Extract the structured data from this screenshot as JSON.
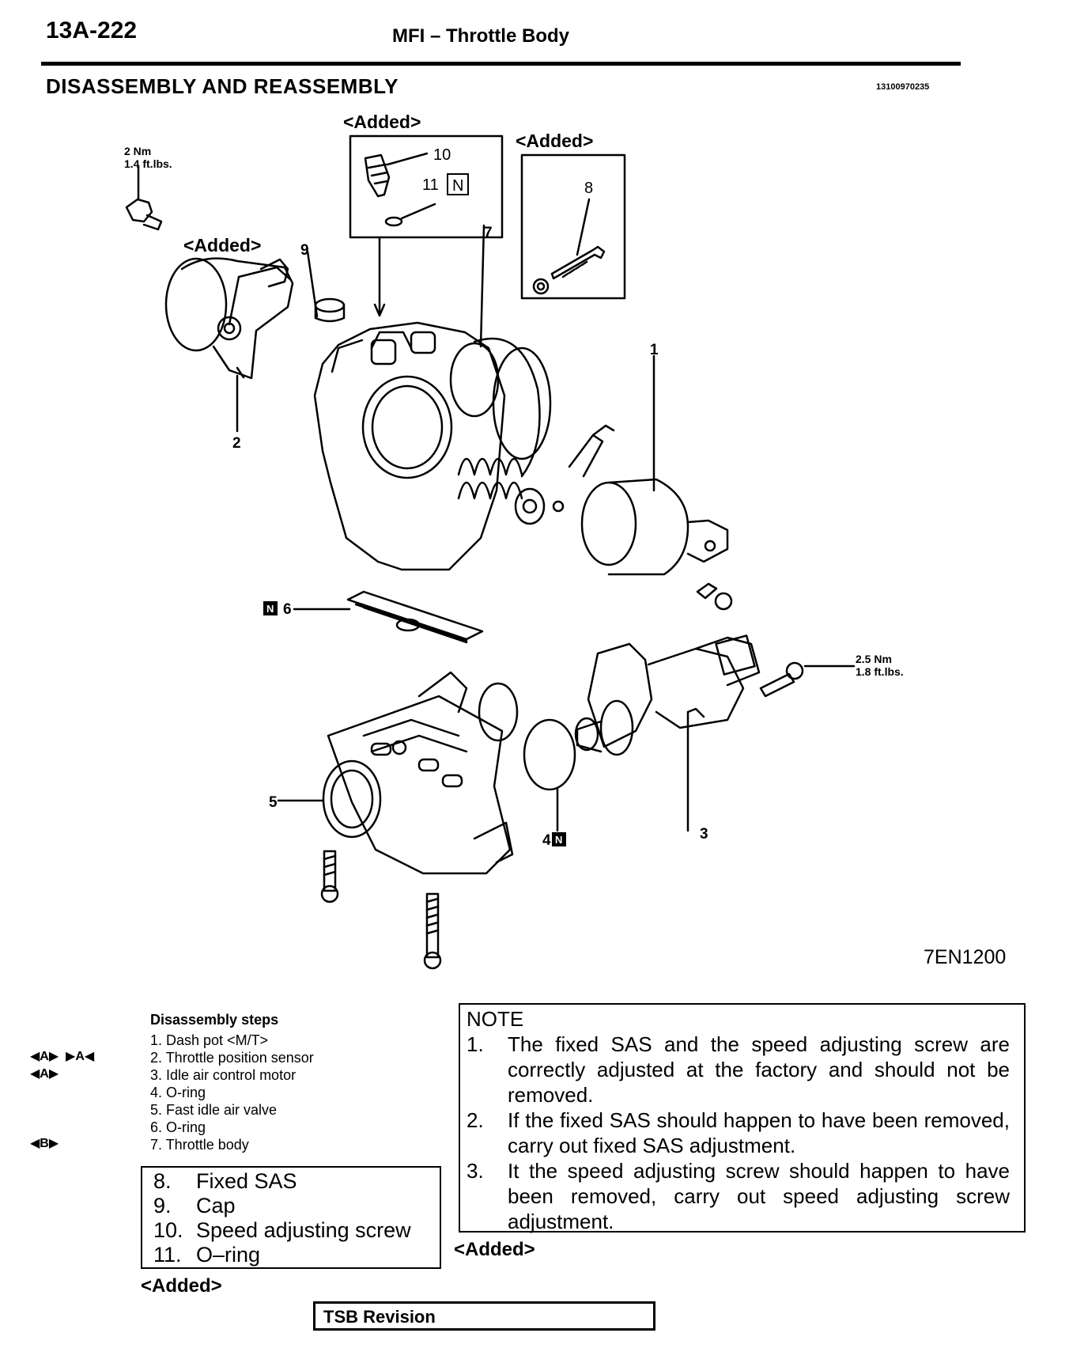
{
  "header": {
    "page_code": "13A-222",
    "title": "MFI – Throttle Body"
  },
  "section": {
    "title": "DISASSEMBLY AND REASSEMBLY",
    "code": "13100970235"
  },
  "diagram": {
    "added_label": "<Added>",
    "torque_top": [
      "2 Nm",
      "1.4 ft.lbs."
    ],
    "torque_right": [
      "2.5 Nm",
      "1.8 ft.lbs."
    ],
    "callouts": [
      "1",
      "2",
      "3",
      "4",
      "5",
      "6",
      "7",
      "8",
      "9",
      "10",
      "11"
    ],
    "n_mark": "N",
    "figure_code": "7EN1200"
  },
  "steps": {
    "heading": "Disassembly steps",
    "items": [
      "1. Dash pot <M/T>",
      "2. Throttle position sensor",
      "3. Idle air control motor",
      "4. O-ring",
      "5. Fast idle air valve",
      "6. O-ring",
      "7. Throttle body"
    ],
    "marks": [
      "◀A▶  ▶A◀",
      "◀A▶",
      "◀B▶"
    ]
  },
  "added_box": {
    "items": [
      {
        "num": "8.",
        "text": "Fixed SAS"
      },
      {
        "num": "9.",
        "text": "Cap"
      },
      {
        "num": "10.",
        "text": "Speed adjusting screw"
      },
      {
        "num": "11.",
        "text": "O–ring"
      }
    ],
    "label": "<Added>"
  },
  "note": {
    "title": "NOTE",
    "items": [
      {
        "num": "1.",
        "text": "The fixed SAS and the speed adjusting screw are correctly adjusted at the factory and should not be removed."
      },
      {
        "num": "2.",
        "text": "If the fixed SAS should happen to have been removed, carry out fixed SAS adjustment."
      },
      {
        "num": "3.",
        "text": "It the speed adjusting screw should happen to have been removed, carry out speed adjusting screw adjustment."
      }
    ],
    "label": "<Added>"
  },
  "footer": {
    "tsb_label": "TSB Revision"
  }
}
